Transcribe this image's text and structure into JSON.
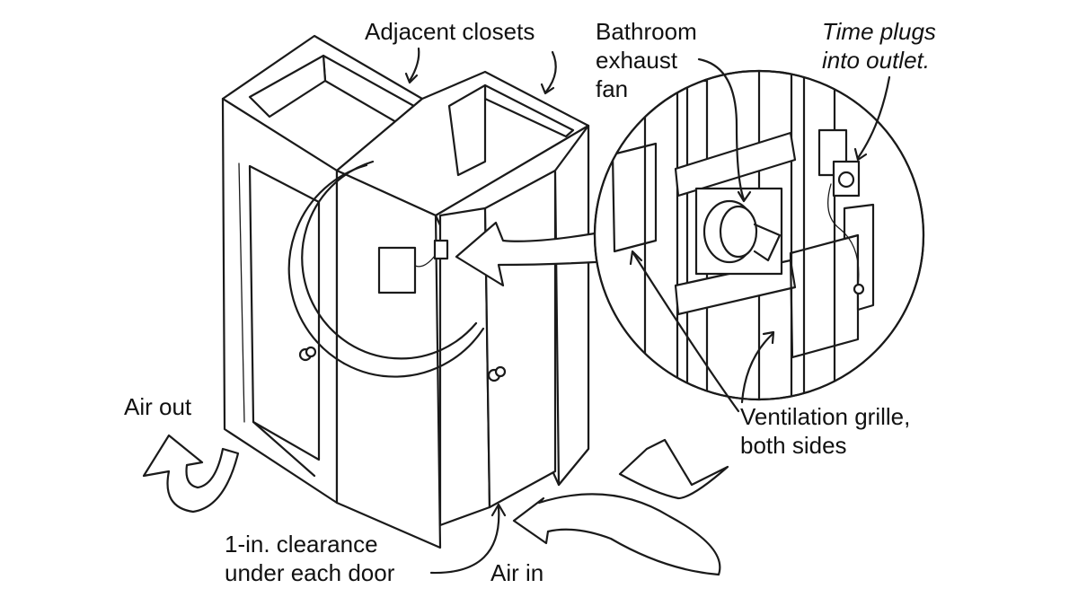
{
  "labels": {
    "adjacent_closets": "Adjacent closets",
    "bathroom_fan_1": "Bathroom",
    "bathroom_fan_2": "exhaust",
    "bathroom_fan_3": "fan",
    "timer_1": "Time plugs",
    "timer_2": "into outlet.",
    "air_out": "Air out",
    "ventilation_1": "Ventilation grille,",
    "ventilation_2": "both sides",
    "clearance_1": "1-in. clearance",
    "clearance_2": "under each door",
    "air_in": "Air in"
  },
  "colors": {
    "ink": "#1a1a1a",
    "paper": "#ffffff"
  }
}
